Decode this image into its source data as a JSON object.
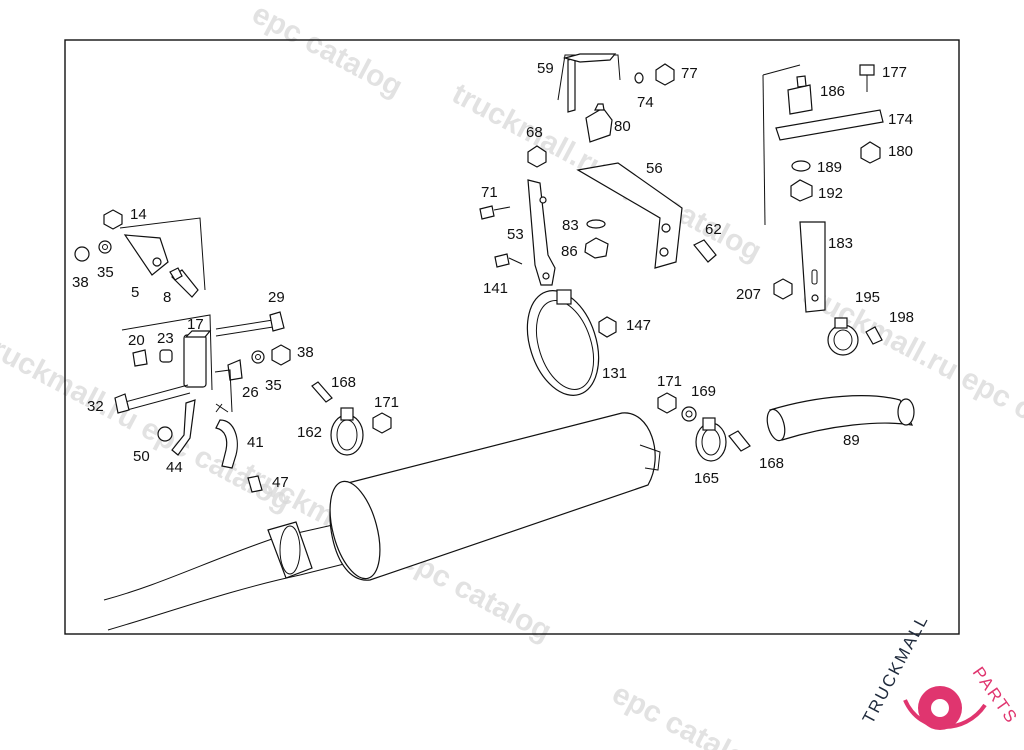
{
  "labels": {
    "l14": "14",
    "l38a": "38",
    "l35a": "35",
    "l5": "5",
    "l8": "8",
    "l20": "20",
    "l23": "23",
    "l17": "17",
    "l29": "29",
    "l38b": "38",
    "l35b": "35",
    "l26": "26",
    "l32": "32",
    "l50": "50",
    "l44": "44",
    "l41": "41",
    "l47": "47",
    "l168a": "168",
    "l162": "162",
    "l171a": "171",
    "l59": "59",
    "l74": "74",
    "l77": "77",
    "l80": "80",
    "l68": "68",
    "l56": "56",
    "l71": "71",
    "l53": "53",
    "l83": "83",
    "l86": "86",
    "l62": "62",
    "l141": "141",
    "l147": "147",
    "l131": "131",
    "l177": "177",
    "l186": "186",
    "l174": "174",
    "l180": "180",
    "l189": "189",
    "l192": "192",
    "l183": "183",
    "l207": "207",
    "l195": "195",
    "l198": "198",
    "l171b": "171",
    "l169": "169",
    "l165": "165",
    "l168b": "168",
    "l89": "89"
  },
  "watermark": {
    "text": "truckmall.ru epc catalog",
    "short": "epc catalog"
  },
  "logo": {
    "prefix": "TRUCKMALL",
    "suffix": "PARTS",
    "colors": {
      "dark": "#1f2a3c",
      "accent": "#e0356f"
    }
  }
}
